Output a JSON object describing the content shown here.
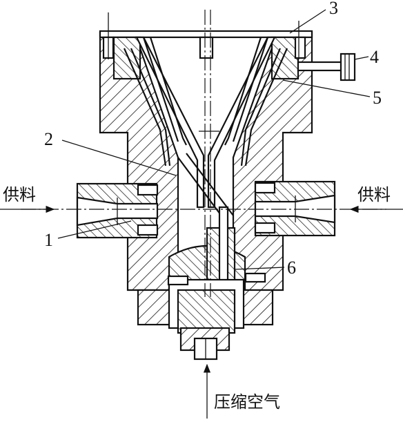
{
  "labels": {
    "part1": "1",
    "part2": "2",
    "part3": "3",
    "part4": "4",
    "part5": "5",
    "part6": "6",
    "feed_left": "供料",
    "feed_right": "供料",
    "air_in": "压缩空气"
  },
  "colors": {
    "ink": "#111111",
    "background": "#ffffff"
  }
}
